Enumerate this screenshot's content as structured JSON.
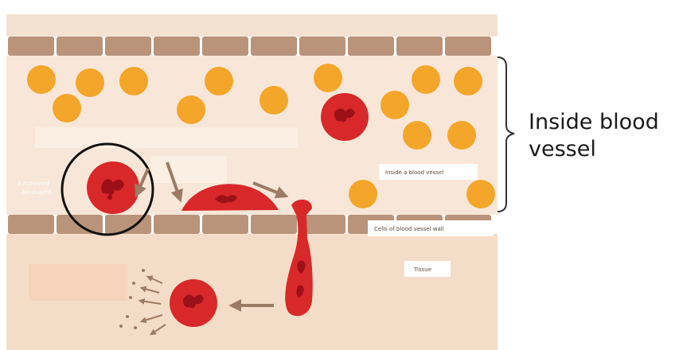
{
  "labels": {
    "inside_blood_vessel_line1": "Inside blood",
    "inside_blood_vessel_line2": "vessel",
    "inside_a_blood_vessel": "Inside a blood vessel",
    "cells_of_blood_vessel_wall": "Cells of blood vessel wall",
    "tissue": "Tissue",
    "activated_neutrophil_line1": "1.Activated",
    "activated_neutrophil_line2": "Neutrophil"
  },
  "icons": {
    "neutrophil": "neutrophil-cell-icon",
    "platelet": "platelet-icon",
    "migration_arrow": "arrow-icon"
  },
  "colors": {
    "background": "#ffffff",
    "vessel_lumen": "#f8e7d8",
    "tissue": "#f4ddc8",
    "wall_cell": "#b9937a",
    "platelet": "#f4a62a",
    "neutrophil": "#d8282a",
    "nucleus": "#9c1018",
    "arrow": "#9a7b65",
    "highlight_circle": "#111111",
    "bracket": "#333333",
    "text": "#1a1a1a"
  }
}
